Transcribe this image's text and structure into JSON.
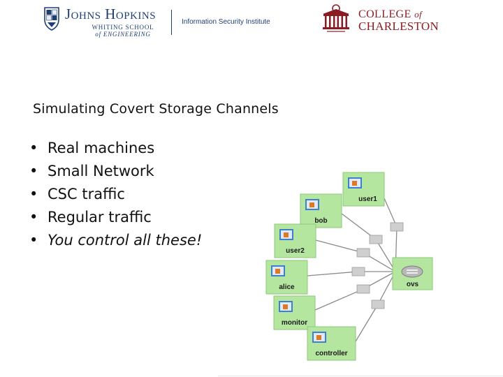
{
  "header": {
    "jhu_name": "Johns Hopkins",
    "jhu_school_line1": "WHITING SCHOOL",
    "jhu_school_line2": "of ENGINEERING",
    "jhu_institute": "Information Security Institute",
    "cofc_line1a": "COLLEGE",
    "cofc_line1b": "of",
    "cofc_line2": "CHARLESTON"
  },
  "slide": {
    "title": "Simulating Covert Storage Channels",
    "bullets": [
      {
        "text": "Real machines",
        "italic": false
      },
      {
        "text": "Small Network",
        "italic": false
      },
      {
        "text": "CSC traffic",
        "italic": false
      },
      {
        "text": "Regular traffic",
        "italic": false
      },
      {
        "text": "You control all these!",
        "italic": true
      }
    ],
    "bullet_symbol": "•"
  },
  "topology": {
    "hosts": [
      "user1",
      "bob",
      "user2",
      "alice",
      "monitor",
      "controller"
    ],
    "switch": "ovs",
    "colors": {
      "host_fill": "#b4e6a0",
      "host_border": "#8cc878",
      "screen": "#3f7fd0",
      "dot": "#e0781e",
      "link_box": "#cfcfcf",
      "link": "#8a8a8a"
    }
  }
}
